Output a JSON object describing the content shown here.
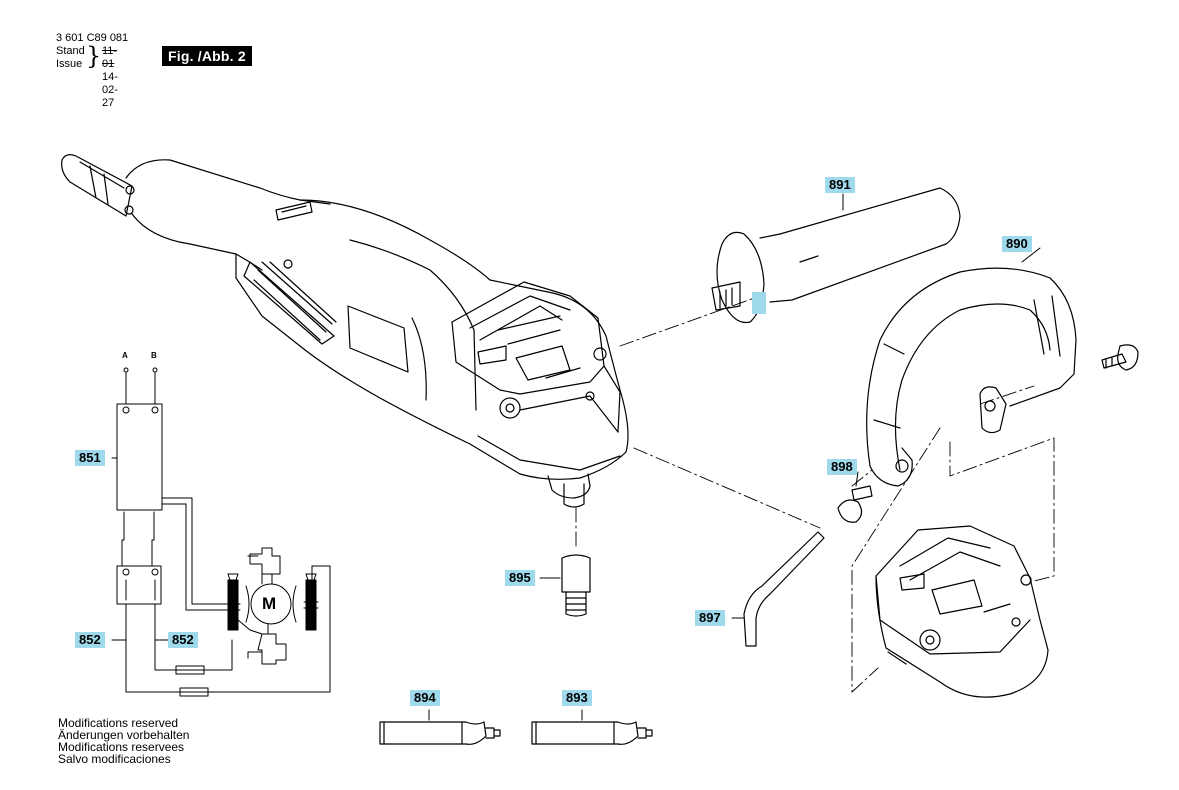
{
  "header": {
    "part_number": "3 601 C89 081",
    "stand_label": "Stand",
    "issue_label": "Issue",
    "old_date": "11-01",
    "issue_date": "14-02-27",
    "figure_label": "Fig. /Abb. 2"
  },
  "callouts": {
    "p851": "851",
    "p852a": "852",
    "p852b": "852",
    "p890": "890",
    "p891": "891",
    "p893": "893",
    "p894": "894",
    "p895": "895",
    "p897": "897",
    "p898": "898"
  },
  "wiring": {
    "terminal_a": "A",
    "terminal_b": "B",
    "motor_label": "M"
  },
  "notes": [
    "Modifications reserved",
    "Änderungen vorbehalten",
    "Modifications reservees",
    "Salvo modificaciones"
  ],
  "colors": {
    "callout_bg": "#9fd9ec",
    "line": "#000000"
  }
}
